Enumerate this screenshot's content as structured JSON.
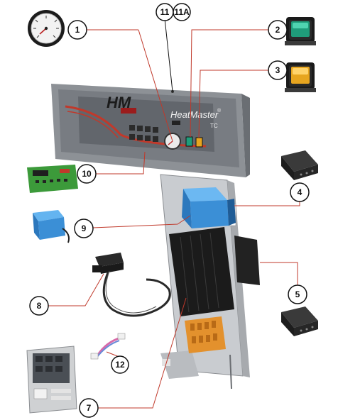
{
  "callouts": [
    {
      "id": "1",
      "text": "1"
    },
    {
      "id": "2",
      "text": "2"
    },
    {
      "id": "3",
      "text": "3"
    },
    {
      "id": "4",
      "text": "4"
    },
    {
      "id": "5",
      "text": "5"
    },
    {
      "id": "7",
      "text": "7"
    },
    {
      "id": "8",
      "text": "8"
    },
    {
      "id": "9",
      "text": "9"
    },
    {
      "id": "10",
      "text": "10"
    },
    {
      "id": "11",
      "text": "11"
    },
    {
      "id": "11A",
      "text": "11A"
    },
    {
      "id": "12",
      "text": "12"
    }
  ],
  "panel": {
    "logo_text": "HM",
    "brand_text": "HeatMaster",
    "reg_mark": "®",
    "model_text": "TC"
  },
  "colors": {
    "leader_line": "#c0392b",
    "leader_line_11": "#111111",
    "panel_body": "#8d9196",
    "panel_face": "#6b6f75",
    "switch_green": "#1f9c7a",
    "switch_amber": "#e7a51f",
    "transformer_blue": "#3b8fd6",
    "board_green": "#3c9a3a"
  },
  "icons": [
    "pressure-gauge-icon",
    "green-rocker-switch-icon",
    "amber-rocker-switch-icon",
    "mounting-plate-icon",
    "transformer-icon",
    "sensor-cable-icon",
    "main-pcb-icon"
  ]
}
